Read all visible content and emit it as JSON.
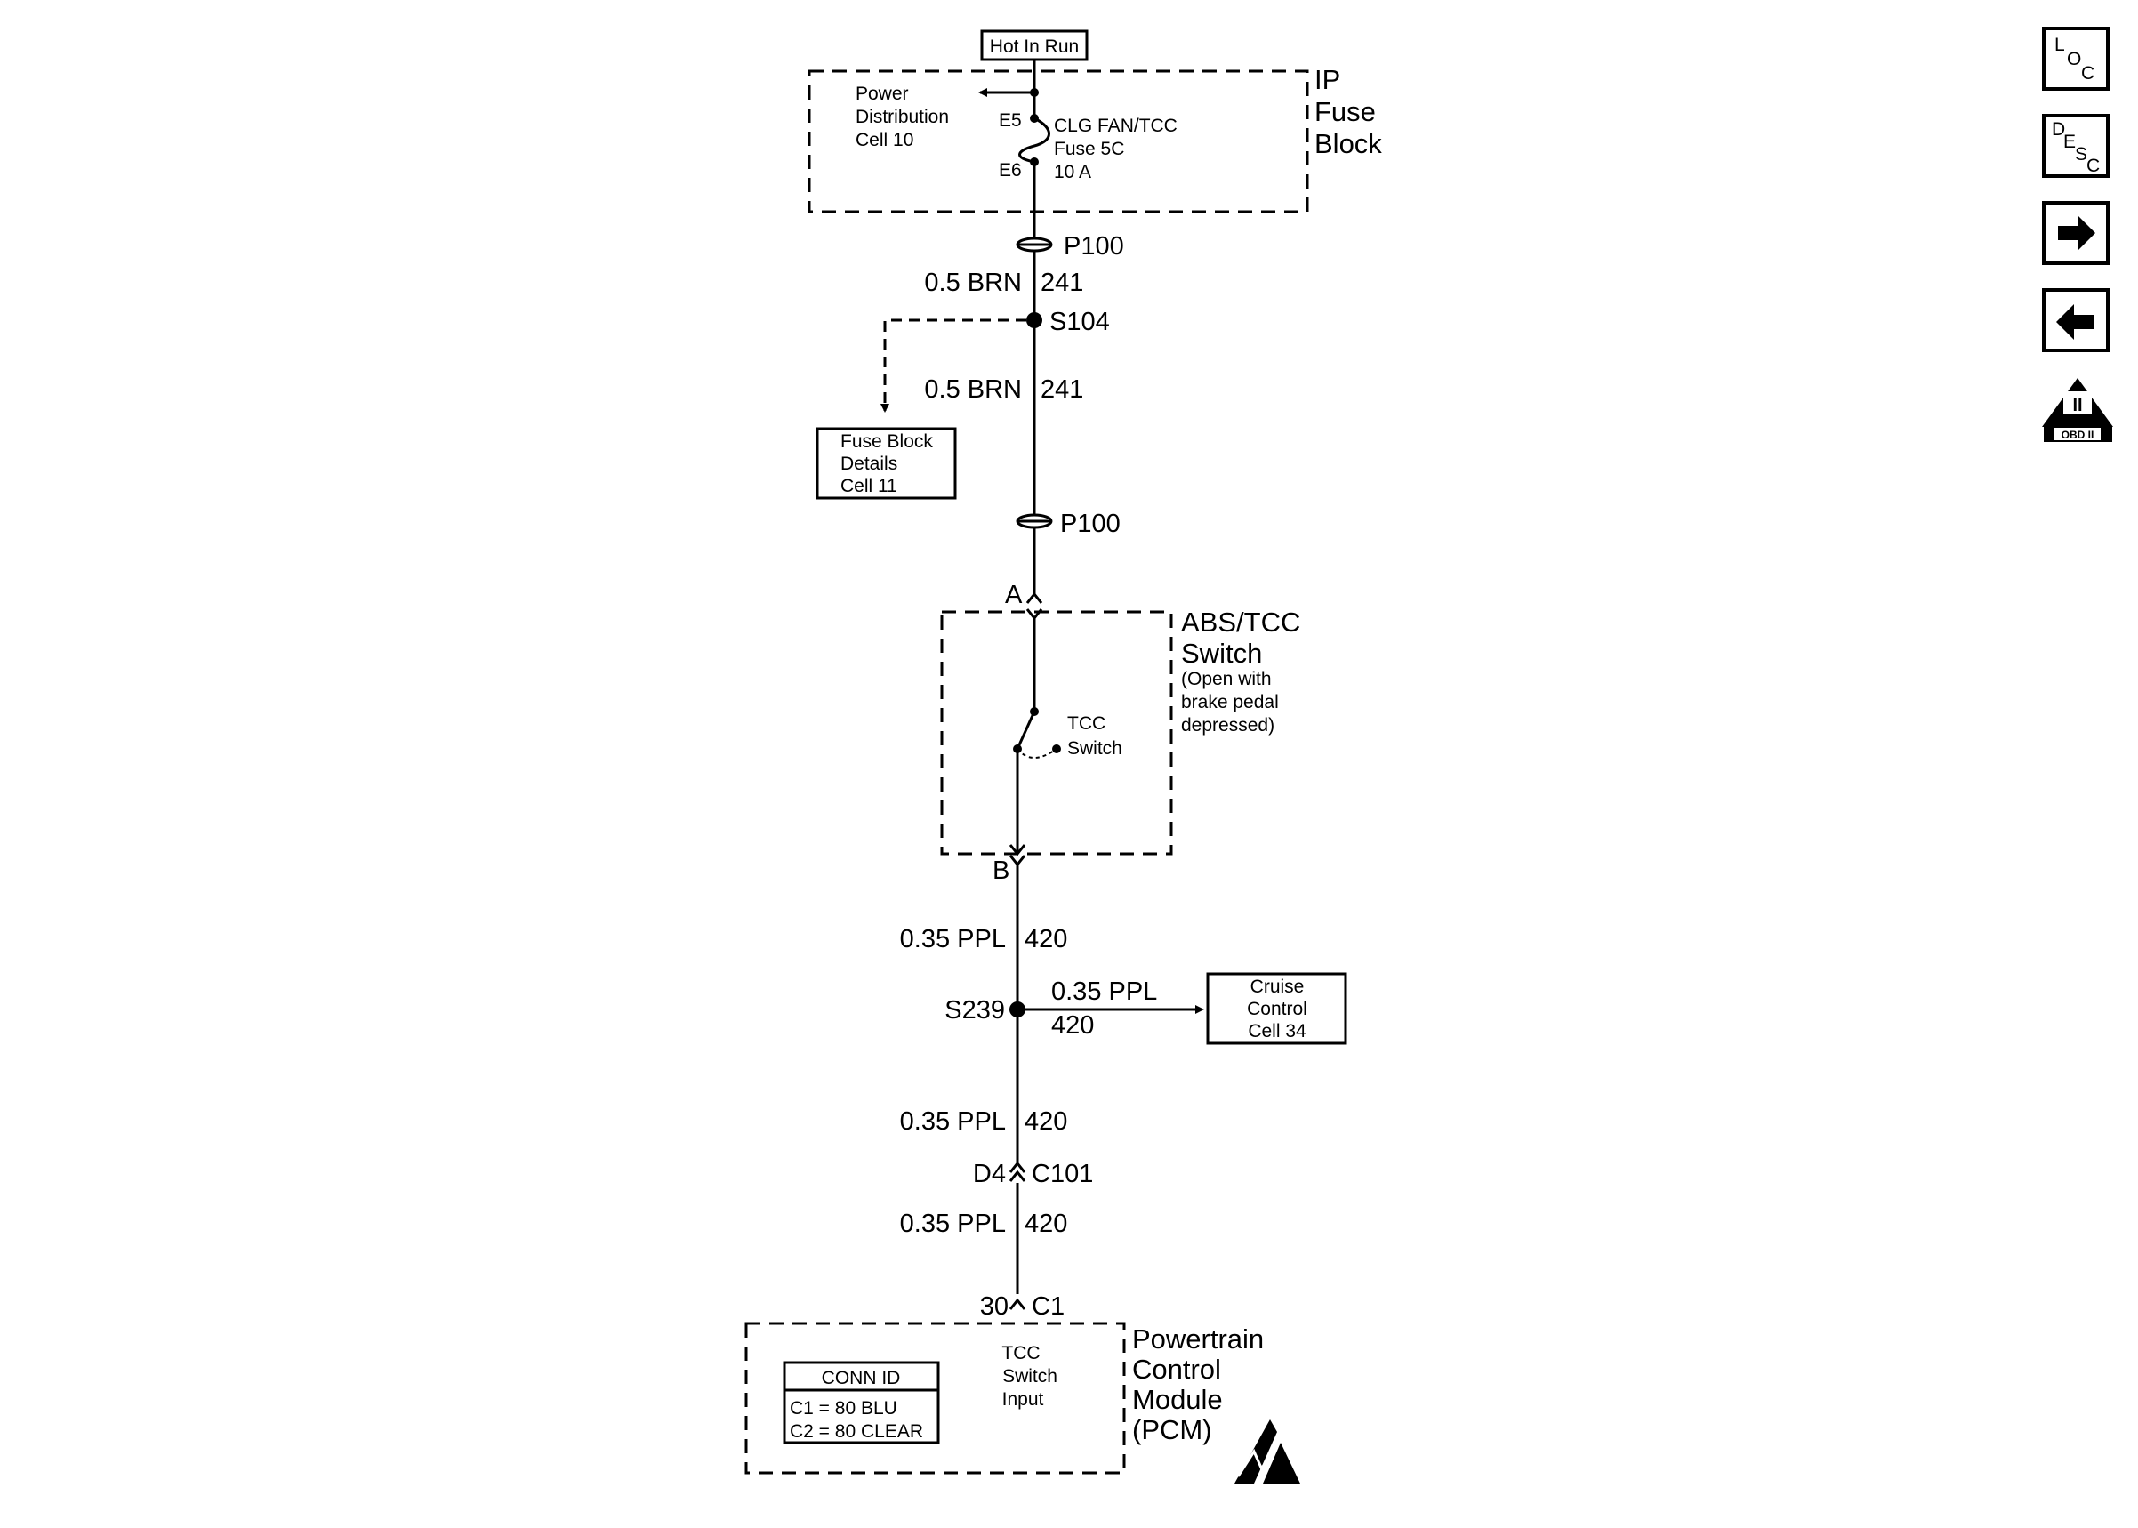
{
  "hot_in_run": "Hot In Run",
  "ip_fuse_block": {
    "name_lines": [
      "IP",
      "Fuse",
      "Block"
    ],
    "power_distribution": [
      "Power",
      "Distribution",
      "Cell 10"
    ],
    "terminal_in": "E5",
    "terminal_out": "E6",
    "fuse_lines": [
      "CLG FAN/TCC",
      "Fuse 5C",
      "10 A"
    ]
  },
  "p100_upper": "P100",
  "wire_upper_1": {
    "label": "0.5 BRN",
    "circuit": "241"
  },
  "splice_s104": "S104",
  "wire_upper_2": {
    "label": "0.5 BRN",
    "circuit": "241"
  },
  "fuse_block_details": [
    "Fuse Block",
    "Details",
    "Cell 11"
  ],
  "p100_lower": "P100",
  "abs_tcc_switch": {
    "terminal_a": "A",
    "terminal_b": "B",
    "name_lines": [
      "ABS/TCC",
      "Switch"
    ],
    "note_lines": [
      "(Open with",
      "brake pedal",
      "depressed)"
    ],
    "internal_lines": [
      "TCC",
      "Switch"
    ]
  },
  "wire_lower_1": {
    "label": "0.35 PPL",
    "circuit": "420"
  },
  "splice_s239": "S239",
  "branch_wire": {
    "label": "0.35 PPL",
    "circuit": "420"
  },
  "cruise_control": [
    "Cruise",
    "Control",
    "Cell 34"
  ],
  "wire_lower_2": {
    "label": "0.35 PPL",
    "circuit": "420"
  },
  "connector_c101": {
    "pin": "D4",
    "name": "C101"
  },
  "wire_lower_3": {
    "label": "0.35 PPL",
    "circuit": "420"
  },
  "pcm_connector": {
    "pin": "30",
    "name": "C1"
  },
  "pcm": {
    "name_lines": [
      "Powertrain",
      "Control",
      "Module",
      "(PCM)"
    ],
    "input_lines": [
      "TCC",
      "Switch",
      "Input"
    ],
    "conn_id_title": "CONN ID",
    "conn_id_rows": [
      "C1 = 80 BLU",
      "C2 = 80 CLEAR"
    ]
  },
  "nav": {
    "loc": {
      "letters": [
        "L",
        "O",
        "C"
      ],
      "icon": "loc-icon"
    },
    "desc": {
      "letters": [
        "D",
        "E",
        "S",
        "C"
      ],
      "icon": "desc-icon"
    },
    "next": {
      "icon": "arrow-right-icon"
    },
    "prev": {
      "icon": "arrow-left-icon"
    },
    "obd": {
      "numeral": "II",
      "label": "OBD II",
      "icon": "obd-ii-icon"
    }
  }
}
